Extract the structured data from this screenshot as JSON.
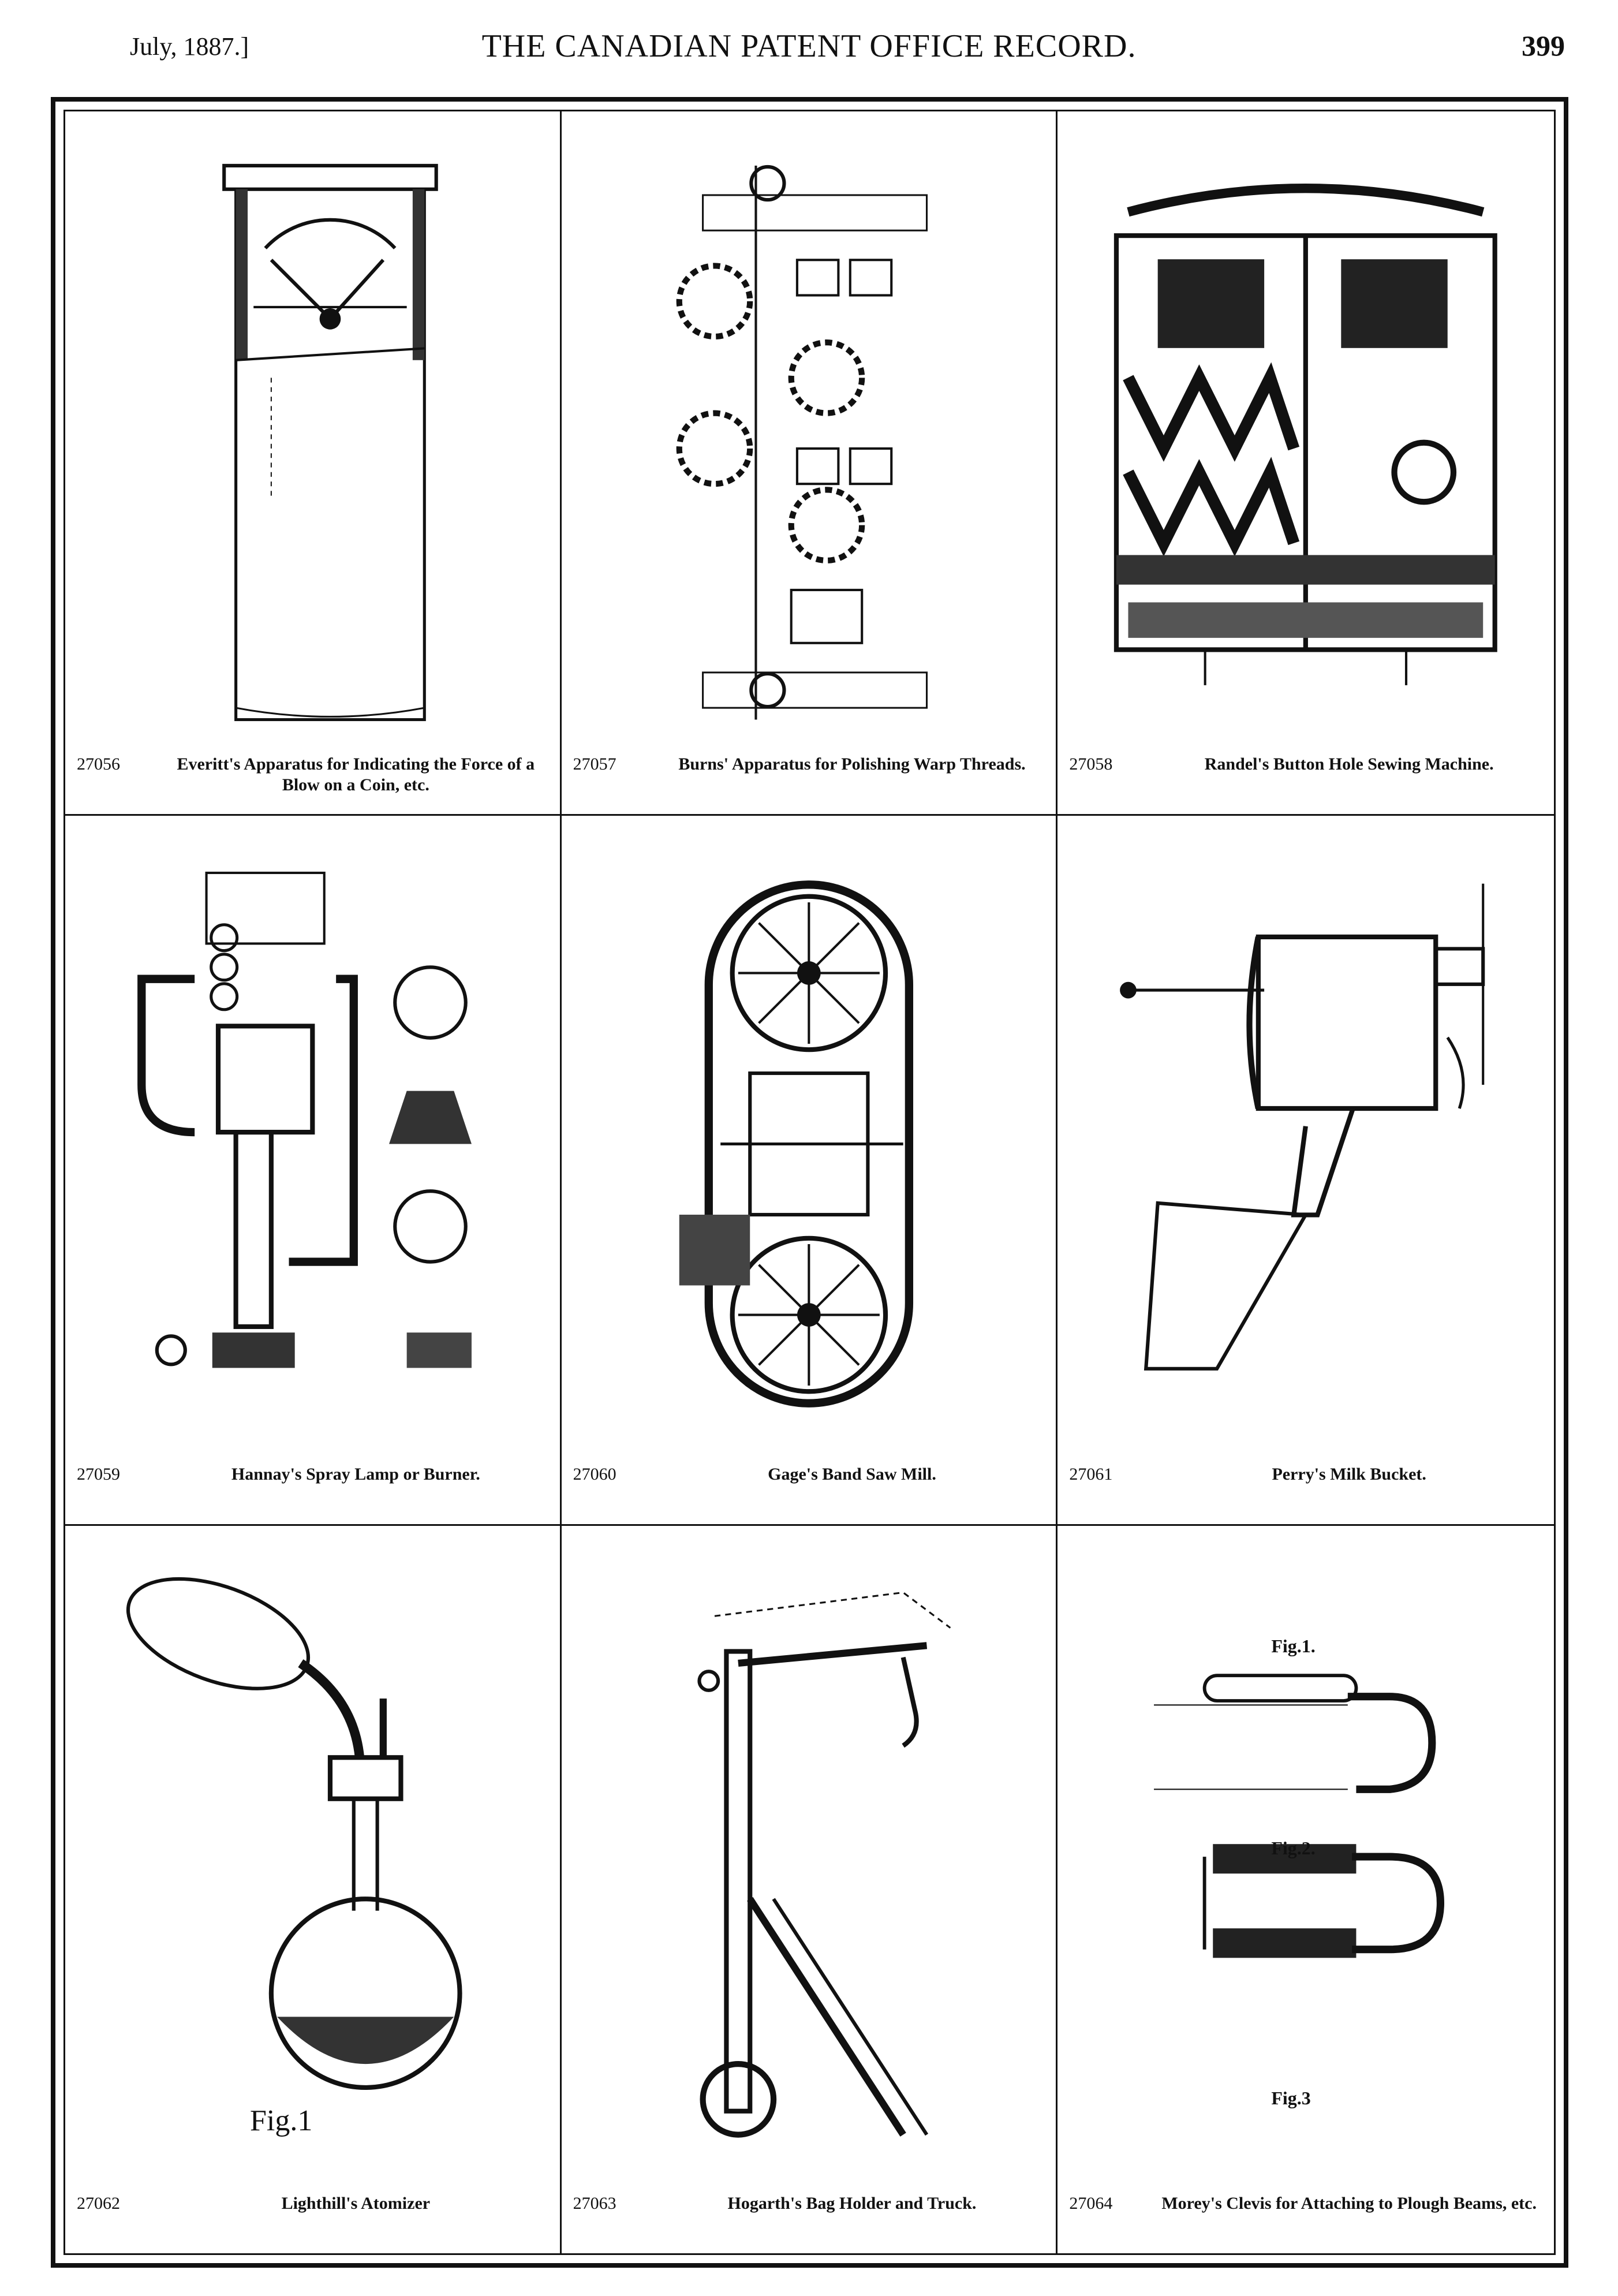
{
  "header": {
    "date": "July, 1887.]",
    "title": "THE CANADIAN PATENT OFFICE RECORD.",
    "page_number": "399"
  },
  "patents": [
    {
      "number": "27056",
      "title": "Everitt's Apparatus for Indicating the Force of a Blow on a Coin, etc."
    },
    {
      "number": "27057",
      "title": "Burns' Apparatus for Polishing Warp Threads."
    },
    {
      "number": "27058",
      "title": "Randel's Button Hole Sewing Machine."
    },
    {
      "number": "27059",
      "title": "Hannay's Spray Lamp or Burner."
    },
    {
      "number": "27060",
      "title": "Gage's Band Saw Mill."
    },
    {
      "number": "27061",
      "title": "Perry's Milk Bucket."
    },
    {
      "number": "27062",
      "title": "Lighthill's Atomizer"
    },
    {
      "number": "27063",
      "title": "Hogarth's Bag Holder and Truck."
    },
    {
      "number": "27064",
      "title": "Morey's Clevis for Attaching to Plough Beams, etc."
    }
  ],
  "figure_labels": {
    "atomizer_fig": "Fig.1",
    "clevis_fig1": "Fig.1.",
    "clevis_fig2": "Fig.2.",
    "clevis_fig3": "Fig.3"
  }
}
